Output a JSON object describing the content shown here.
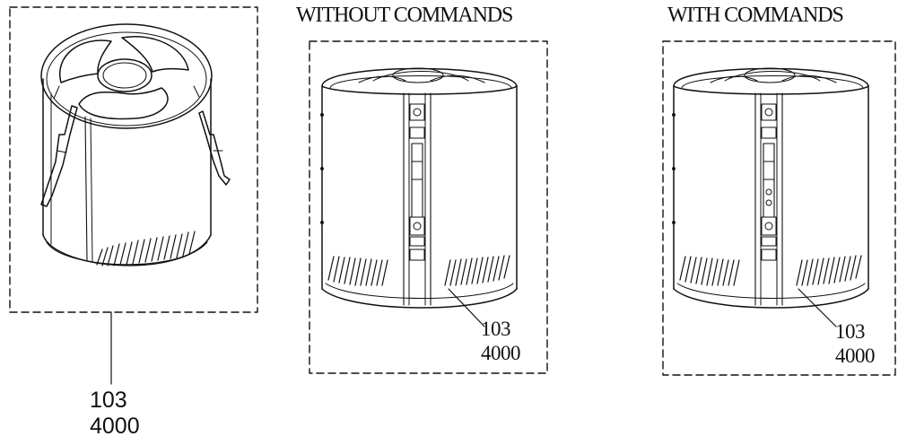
{
  "figure": {
    "panels": [
      {
        "title": "",
        "part_number": "103",
        "quantity": "4000"
      },
      {
        "title": "WITHOUT COMMANDS",
        "part_number": "103",
        "quantity": "4000"
      },
      {
        "title": "WITH COMMANDS",
        "part_number": "103",
        "quantity": "4000"
      }
    ]
  },
  "colors": {
    "line": "#111111",
    "background": "#ffffff"
  }
}
